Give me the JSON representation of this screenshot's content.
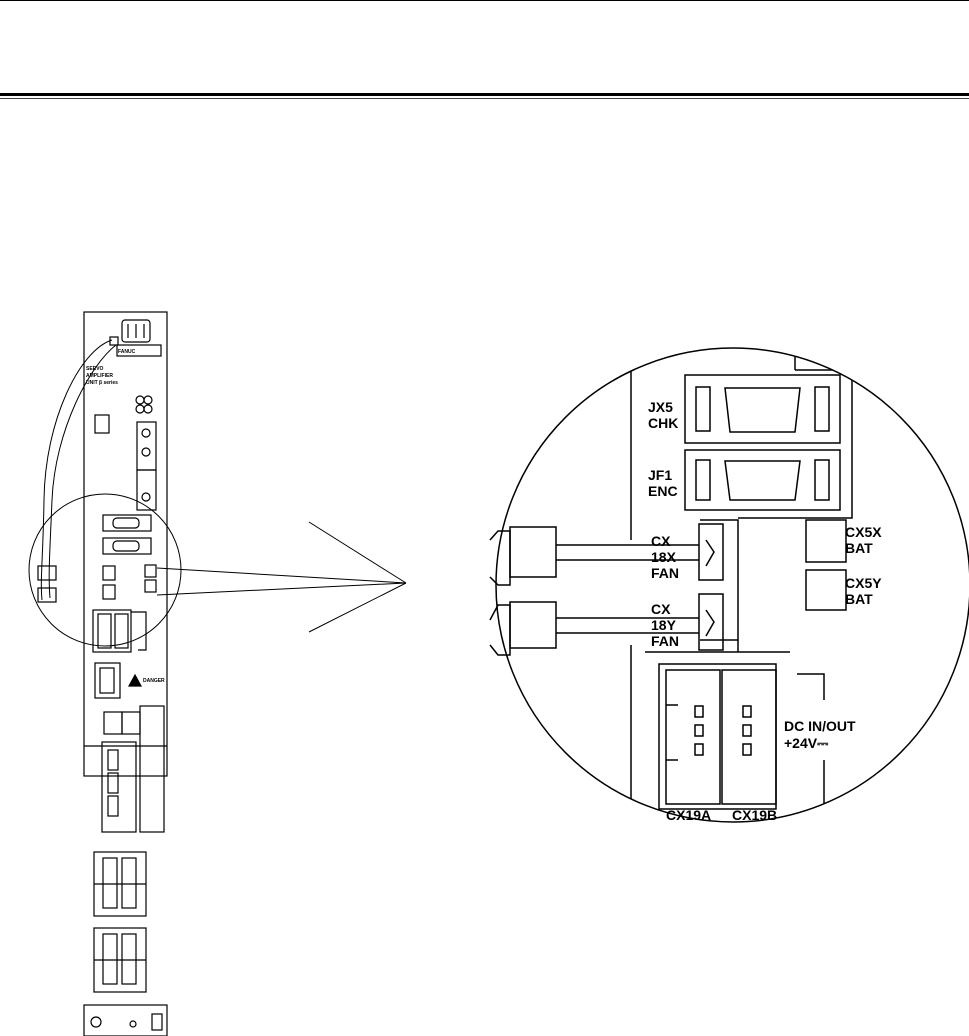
{
  "labels": {
    "jx5": [
      "JX5",
      "CHK"
    ],
    "jf1": [
      "JF1",
      "ENC"
    ],
    "cx18x": [
      "CX",
      "18X",
      "FAN"
    ],
    "cx18y": [
      "CX",
      "18Y",
      "FAN"
    ],
    "cx5x": [
      "CX5X",
      "BAT"
    ],
    "cx5y": [
      "CX5Y",
      "BAT"
    ],
    "dc": [
      "DC IN/OUT",
      "+24V⎓"
    ],
    "cx19a": "CX19A",
    "cx19b": "CX19B"
  },
  "unit": {
    "brand": "FANUC",
    "title": [
      "SERVO",
      "AMPLIFIER",
      "UNIT β series"
    ],
    "warning": "DANGER"
  }
}
